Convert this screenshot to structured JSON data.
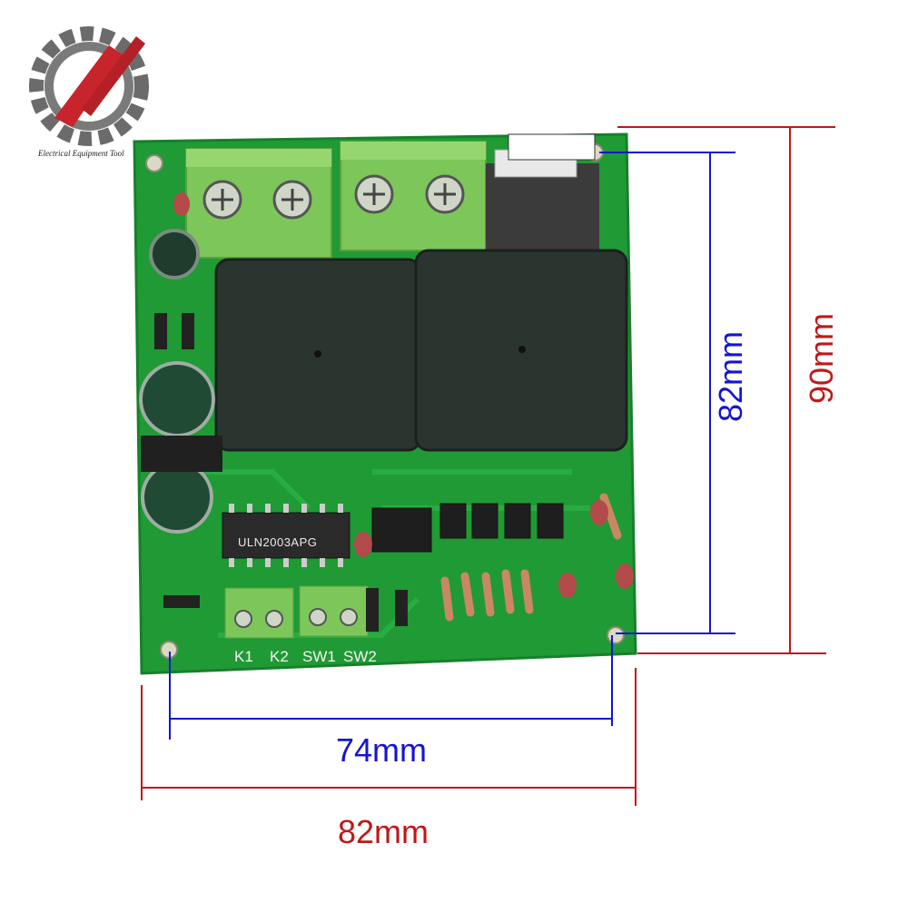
{
  "brand": {
    "logo_text": "Electrical Equipment Tool"
  },
  "dimensions": {
    "inner_height": "82mm",
    "outer_height": "90mm",
    "inner_width": "74mm",
    "outer_width": "82mm"
  },
  "board": {
    "terminals": [
      "K1",
      "K2",
      "SW1",
      "SW2"
    ],
    "chip": "ULN2003APG"
  },
  "colors": {
    "pcb": "#1f9a35",
    "terminal": "#7cc65a",
    "relay": "#2b3530",
    "dim_blue": "#1414d2",
    "dim_red": "#c01818"
  }
}
